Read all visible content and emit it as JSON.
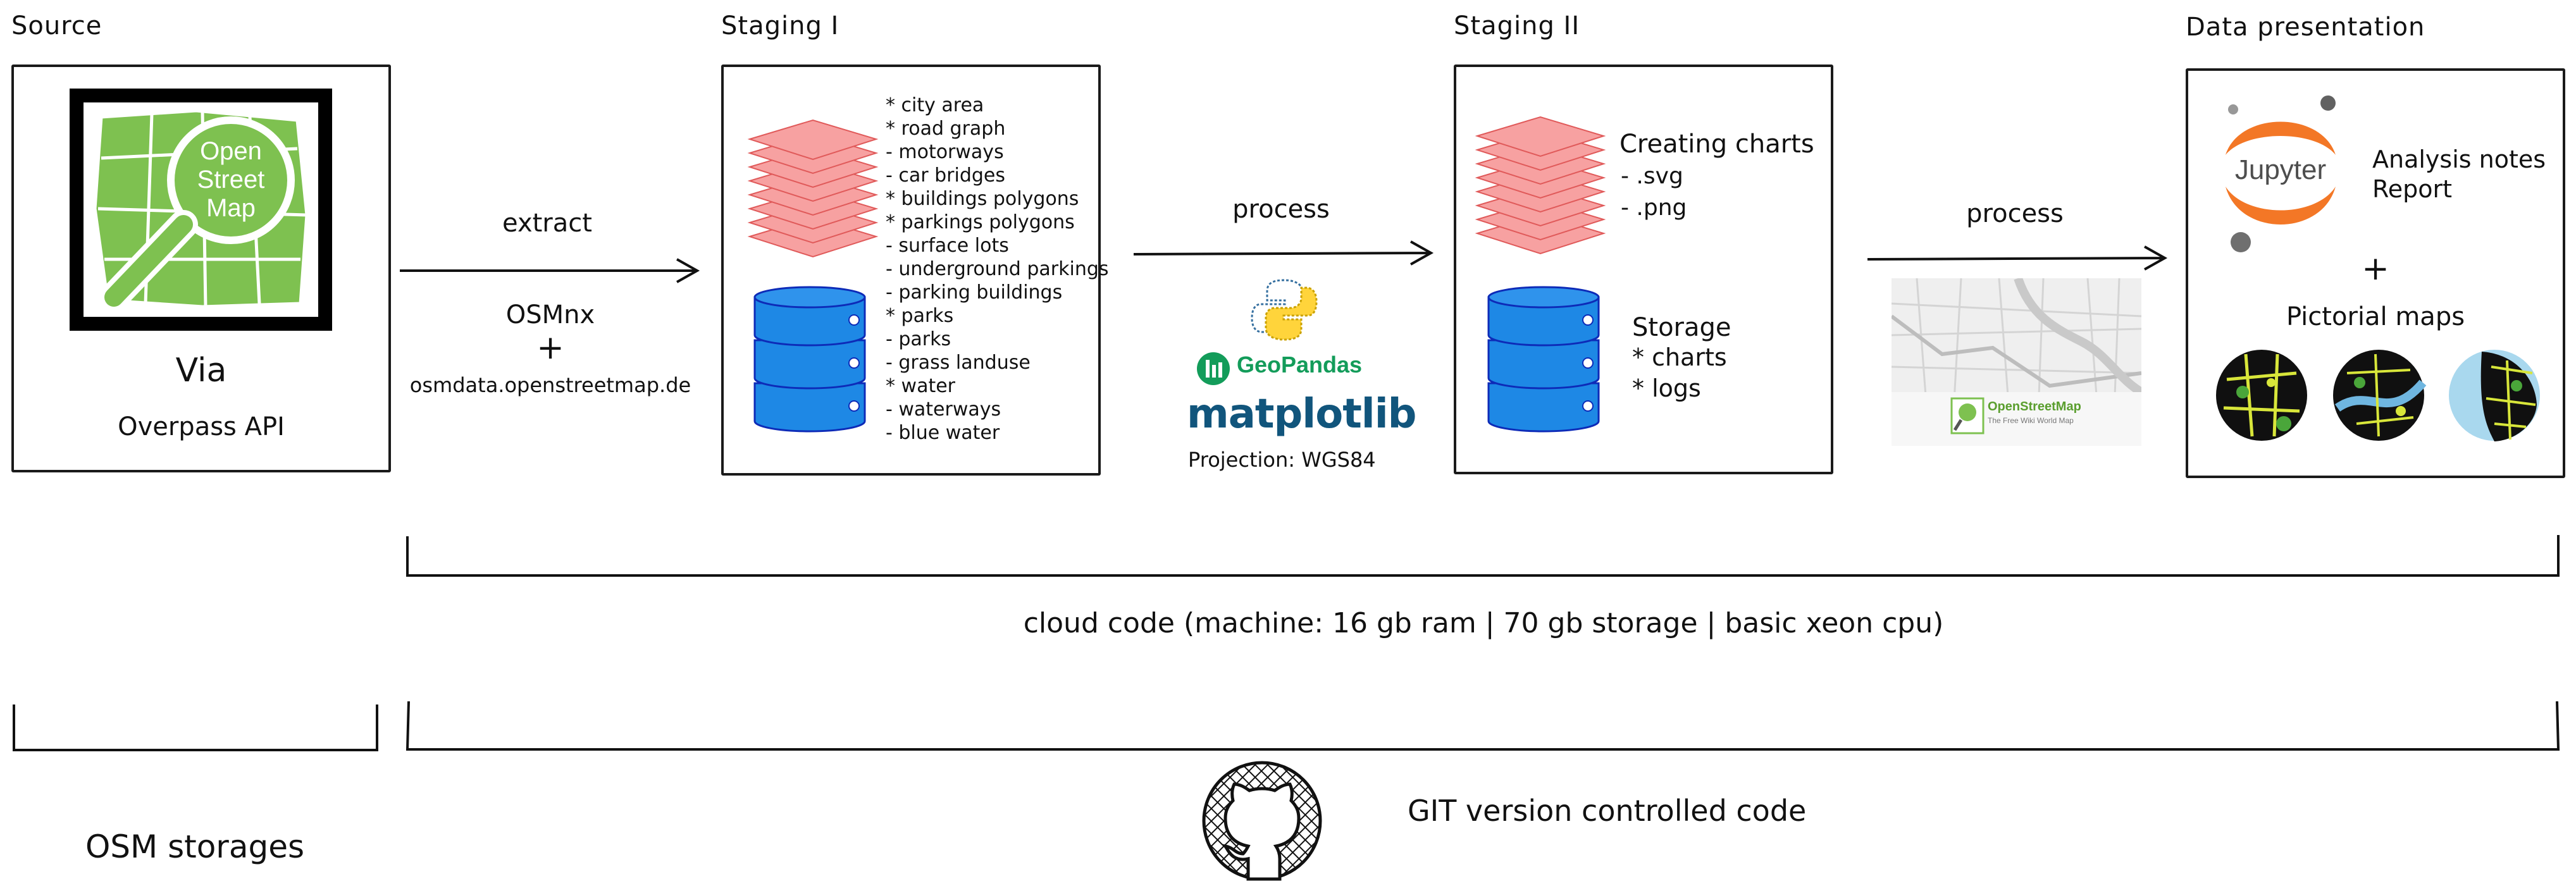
{
  "stages": {
    "source": {
      "title": "Source",
      "via": "Via",
      "api": "Overpass API"
    },
    "staging1": {
      "title": "Staging I",
      "items": [
        "* city area",
        "* road graph",
        "- motorways",
        "- car bridges",
        "* buildings polygons",
        "* parkings polygons",
        "- surface lots",
        "- underground parkings",
        "- parking buildings",
        "* parks",
        "- parks",
        "- grass landuse",
        "* water",
        "- waterways",
        "- blue water"
      ]
    },
    "staging2": {
      "title": "Staging II",
      "charts_title": "Creating charts",
      "charts_formats": [
        "- .svg",
        "- .png"
      ],
      "storage_title": "Storage",
      "storage_items": [
        "* charts",
        "* logs"
      ]
    },
    "presentation": {
      "title": "Data presentation",
      "jupyter_label": "Jupyter",
      "notes": [
        "Analysis notes",
        "Report"
      ],
      "plus": "+",
      "maps_title": "Pictorial maps"
    }
  },
  "osm_logo": {
    "lines": [
      "Open",
      "Street",
      "Map"
    ]
  },
  "arrows": {
    "extract": {
      "label": "extract",
      "tool": "OSMnx",
      "plus": "+",
      "site": "osmdata.openstreetmap.de"
    },
    "process1": {
      "label": "process",
      "libs": [
        "GeoPandas",
        "matplotlib"
      ],
      "projection": "Projection: WGS84"
    },
    "process2": {
      "label": "process",
      "map_caption": "OpenStreetMap",
      "map_subcaption": "The Free Wiki World Map"
    }
  },
  "brackets": {
    "cloud": "cloud code (machine: 16 gb ram | 70 gb storage | basic xeon cpu)",
    "osm_storages": "OSM storages",
    "git": "GIT version controlled code"
  },
  "colors": {
    "layer_fill": "#f7a1a1",
    "layer_stroke": "#e05a5a",
    "db_fill": "#1e88e5",
    "db_stroke": "#0d2bb8",
    "osm_green": "#6fba44",
    "jupyter_orange": "#f37726",
    "geopandas_green": "#139c5a",
    "matplotlib_blue": "#11557c"
  }
}
